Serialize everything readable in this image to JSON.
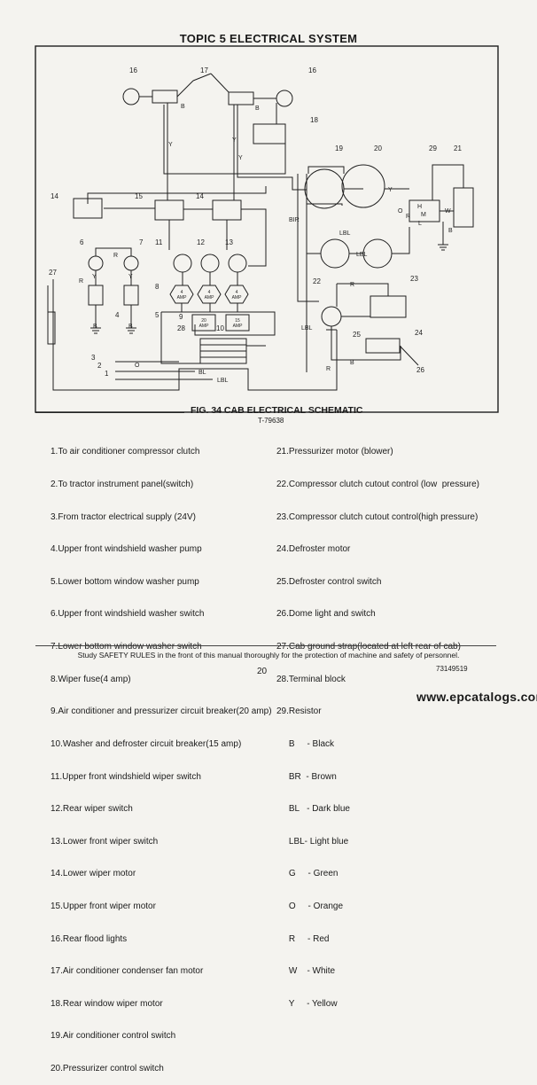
{
  "page": {
    "title": "TOPIC 5 ELECTRICAL SYSTEM",
    "figure_caption": "FIG. 34 CAB ELECTRICAL SCHEMATIC",
    "figure_code": "T-79638",
    "footer_note": "Study SAFETY RULES in the front of this manual thoroughly for the protection of machine and safety of personnel.",
    "page_number": "20",
    "doc_code": "73149519",
    "watermark": "www.epcatalogs.com"
  },
  "diagram": {
    "wire_labels": {
      "b": "B",
      "y": "Y",
      "bir": "BIR",
      "lbl": "LBL",
      "r": "R",
      "bl": "BL",
      "o": "O",
      "w": "W",
      "h": "H",
      "m": "M",
      "l": "L"
    },
    "breakers": {
      "b20_amp": "20",
      "b20_unit": "AMP",
      "b15_amp": "15",
      "b15_unit": "AMP",
      "fuse_amp": "4",
      "fuse_unit": "AMP"
    },
    "callouts": [
      "1",
      "2",
      "3",
      "4",
      "5",
      "6",
      "7",
      "8",
      "9",
      "10",
      "11",
      "12",
      "13",
      "14",
      "15",
      "16",
      "17",
      "18",
      "19",
      "20",
      "21",
      "22",
      "23",
      "24",
      "25",
      "26",
      "27",
      "28",
      "29"
    ]
  },
  "legend_left": [
    "1.To air conditioner compressor clutch",
    "2.To tractor instrument panel(switch)",
    "3.From tractor electrical supply (24V)",
    "4.Upper front windshield washer pump",
    "5.Lower bottom window washer pump",
    "6.Upper front windshield washer switch",
    "7.Lower bottom window washer switch",
    "8.Wiper fuse(4 amp)",
    "9.Air conditioner and pressurizer circuit breaker(20 amp)",
    "10.Washer and defroster circuit breaker(15 amp)",
    "11.Upper front windshield wiper switch",
    "12.Rear wiper switch",
    "13.Lower front wiper switch",
    "14.Lower wiper motor",
    "15.Upper front wiper motor",
    "16.Rear flood lights",
    "17.Air conditioner condenser fan motor",
    "18.Rear window wiper motor",
    "19.Air conditioner control switch",
    "20.Pressurizer control switch"
  ],
  "legend_right": [
    "21.Pressurizer motor (blower)",
    "22.Compressor clutch cutout control (low  pressure)",
    "23.Compressor clutch cutout control(high pressure)",
    "24.Defroster motor",
    "25.Defroster control switch",
    "26.Dome light and switch",
    "27.Cab ground strap(located at left rear of cab)",
    "28.Terminal block",
    "29.Resistor",
    "     B     - Black",
    "     BR  - Brown",
    "     BL   - Dark blue",
    "     LBL- Light blue",
    "     G     - Green",
    "     O     - Orange",
    "     R     - Red",
    "     W    - White",
    "     Y     - Yellow"
  ]
}
